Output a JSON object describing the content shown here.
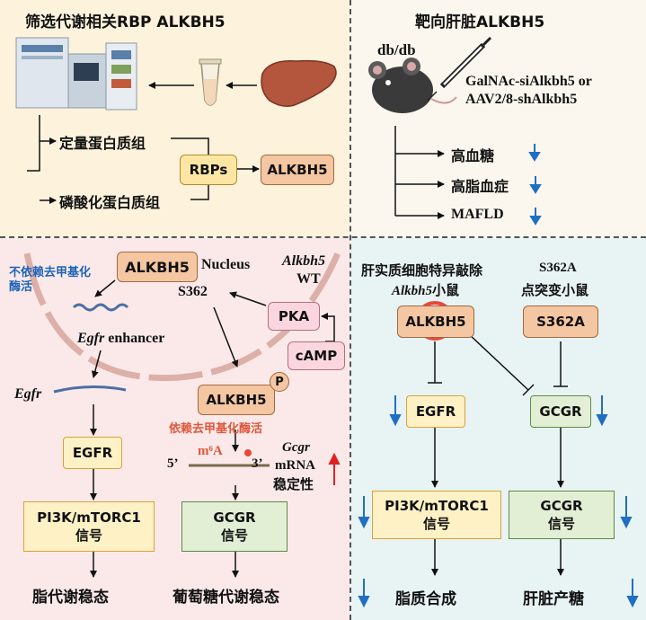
{
  "panel1": {
    "title": "筛选代谢相关RBP ALKBH5",
    "item_quant": "定量蛋白质组",
    "item_phos": "磷酸化蛋白质组",
    "box_rbps": "RBPs",
    "box_alkbh5": "ALKBH5"
  },
  "panel2": {
    "title": "靶向肝脏ALKBH5",
    "mouse_label": "db/db",
    "treatment_line1": "GalNAc-siAlkbh5 or",
    "treatment_line2": "AAV2/8-shAlkbh5",
    "outcomes": [
      "高血糖",
      "高脂血症",
      "MAFLD"
    ]
  },
  "panel3": {
    "alkbh5_top": "ALKBH5",
    "nucleus": "Nucleus",
    "demethyl_independent": "不依赖去甲基化\n酶活",
    "wt_gene": "Alkbh5",
    "wt_label": "WT",
    "s362": "S362",
    "pka": "PKA",
    "camp": "cAMP",
    "egfr_enhancer_gene": "Egfr",
    "egfr_enhancer_text": " enhancer",
    "egfr_gene": "Egfr",
    "alkbh5_p": "ALKBH5",
    "p_mark": "P",
    "demethyl_dependent": "依赖去甲基化酶活",
    "m6a": "m⁶A",
    "five_prime": "5’",
    "three_prime": "3’",
    "gcgr_mrna_gene": "Gcgr",
    "gcgr_mrna_text": "mRNA",
    "stability": "稳定性",
    "egfr_box": "EGFR",
    "pi3k_box": "PI3K/mTORC1\n信号",
    "gcgr_box": "GCGR\n信号",
    "out_lipid": "脂代谢稳态",
    "out_glucose": "葡萄糖代谢稳态"
  },
  "panel4": {
    "ko_line1": "肝实质细胞特异敲除",
    "ko_gene": "Alkbh5",
    "ko_suffix": "小鼠",
    "mut_line1": "S362A",
    "mut_line2": "点突变小鼠",
    "alkbh5_box": "ALKBH5",
    "s362a_box": "S362A",
    "egfr_box": "EGFR",
    "gcgr_box": "GCGR",
    "pi3k_box": "PI3K/mTORC1\n信号",
    "gcgr_signal_box": "GCGR\n信号",
    "out_lipogenesis": "脂质合成",
    "out_glucogenesis": "肝脏产糖"
  },
  "colors": {
    "arrow_down": "#1f6fc4",
    "arrow_up": "#e02020",
    "inhibit_circle": "#e8483a",
    "demethyl_text": "#e0563a",
    "independent_text": "#1d63b8"
  }
}
